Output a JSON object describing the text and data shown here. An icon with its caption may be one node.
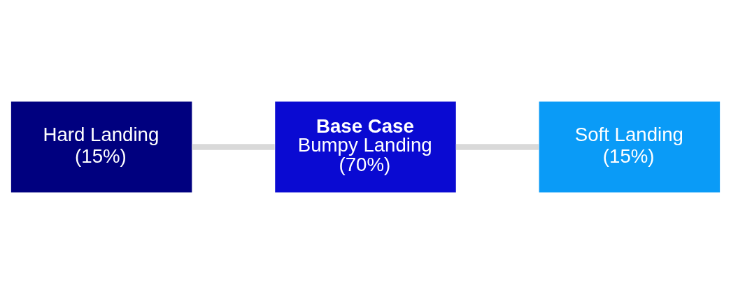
{
  "diagram": {
    "nodes": [
      {
        "text": [
          "Hard Landing (15%)"
        ]
      },
      {
        "text": [
          "Base Case",
          "Bumpy Landing (70%)"
        ]
      },
      {
        "text": [
          "Soft Landing (15%)"
        ]
      }
    ],
    "edges": [
      {
        "from": 0,
        "to": 1,
        "arrow": "none"
      },
      {
        "from": 1,
        "to": 2,
        "arrow": "none"
      }
    ]
  }
}
